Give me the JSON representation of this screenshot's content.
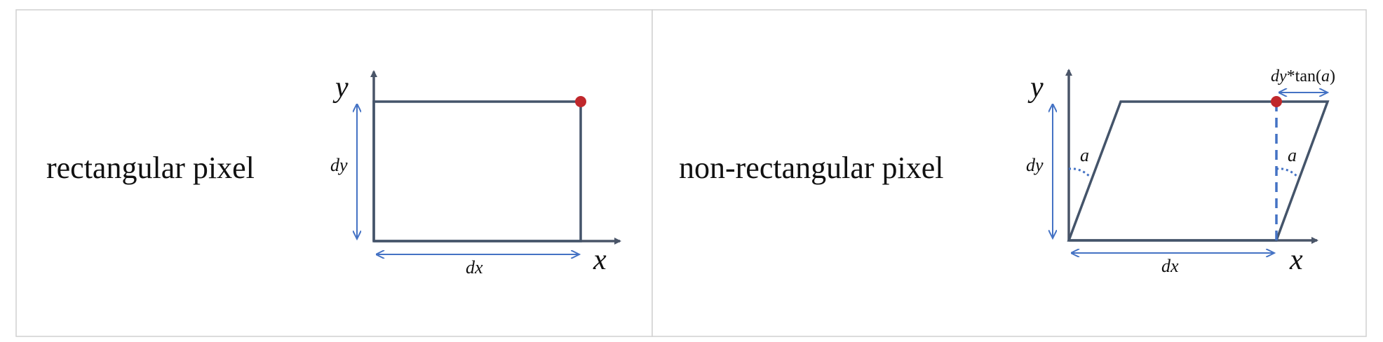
{
  "panels": [
    {
      "caption": "rectangular pixel",
      "labels": {
        "y": "y",
        "x": "x",
        "dy": "dy",
        "dx": "dx"
      }
    },
    {
      "caption": "non-rectangular pixel",
      "labels": {
        "y": "y",
        "x": "x",
        "dy": "dy",
        "dx": "dx",
        "angle_left": "a",
        "angle_right": "a",
        "offset_dy": "dy",
        "offset_tan": "*tan(",
        "offset_a": "a",
        "offset_close": ")"
      }
    }
  ],
  "colors": {
    "frame_border": "#d0d0d0",
    "shape_stroke": "#44546a",
    "axis": "#4a5568",
    "dimension_arrow": "#4472c4",
    "corner_dot": "#c0282c"
  }
}
